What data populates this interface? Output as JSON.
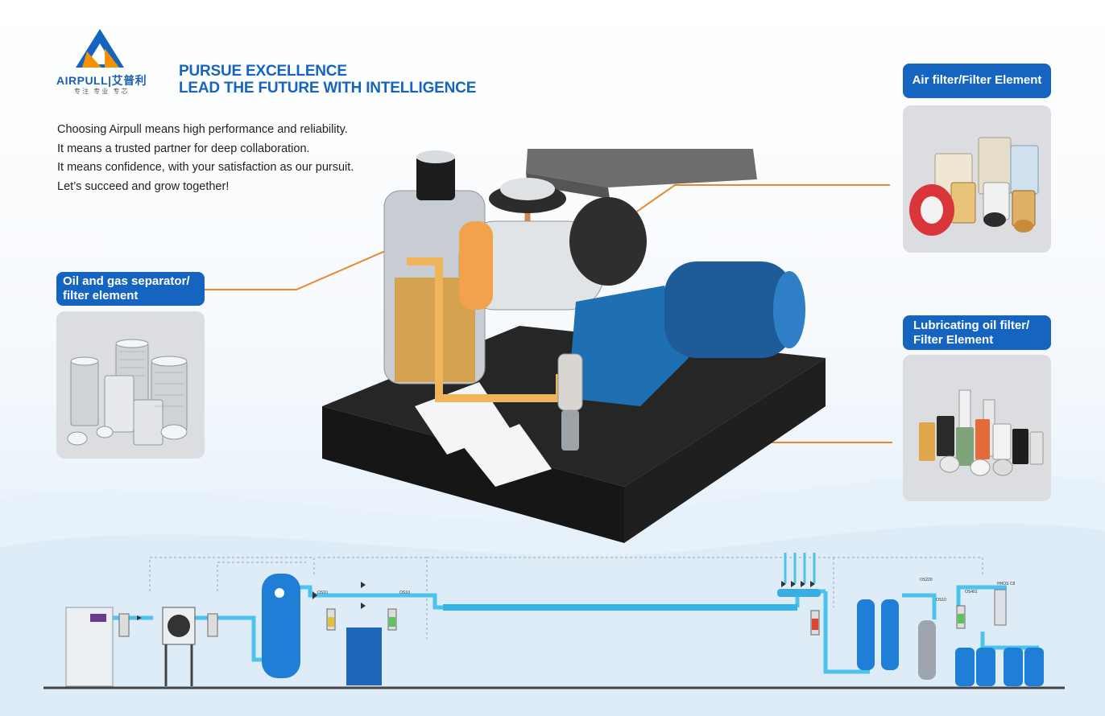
{
  "brand": {
    "name": "AIRPULL|艾普利",
    "tagline": "专注 专业 专芯"
  },
  "headline": {
    "line1": "PURSUE EXCELLENCE",
    "line2": "LEAD THE FUTURE WITH INTELLIGENCE"
  },
  "intro": {
    "lines": [
      "Choosing Airpull means high performance and reliability.",
      "It means a trusted partner for deep collaboration.",
      "It means confidence, with your satisfaction as our pursuit.",
      "Let’s succeed and grow together!"
    ]
  },
  "callouts": {
    "oil_gas_separator": {
      "line1": "Oil and gas separator/",
      "line2": "filter element"
    },
    "air_filter": {
      "label": "Air filter/Filter Element"
    },
    "lube_oil_filter": {
      "line1": "Lubricating oil filter/",
      "line2": "Filter Element"
    }
  },
  "flow_diagram": {
    "codes": [
      "OS10",
      "OS10",
      "OS220",
      "OS10",
      "OS401",
      "HHOS C8"
    ]
  },
  "colors": {
    "brand_blue": "#1565c0",
    "accent_orange": "#f39200",
    "leader_orange": "#e8892b",
    "pipe_cyan": "#4cc3ee",
    "tank_blue": "#1f7fd6"
  }
}
